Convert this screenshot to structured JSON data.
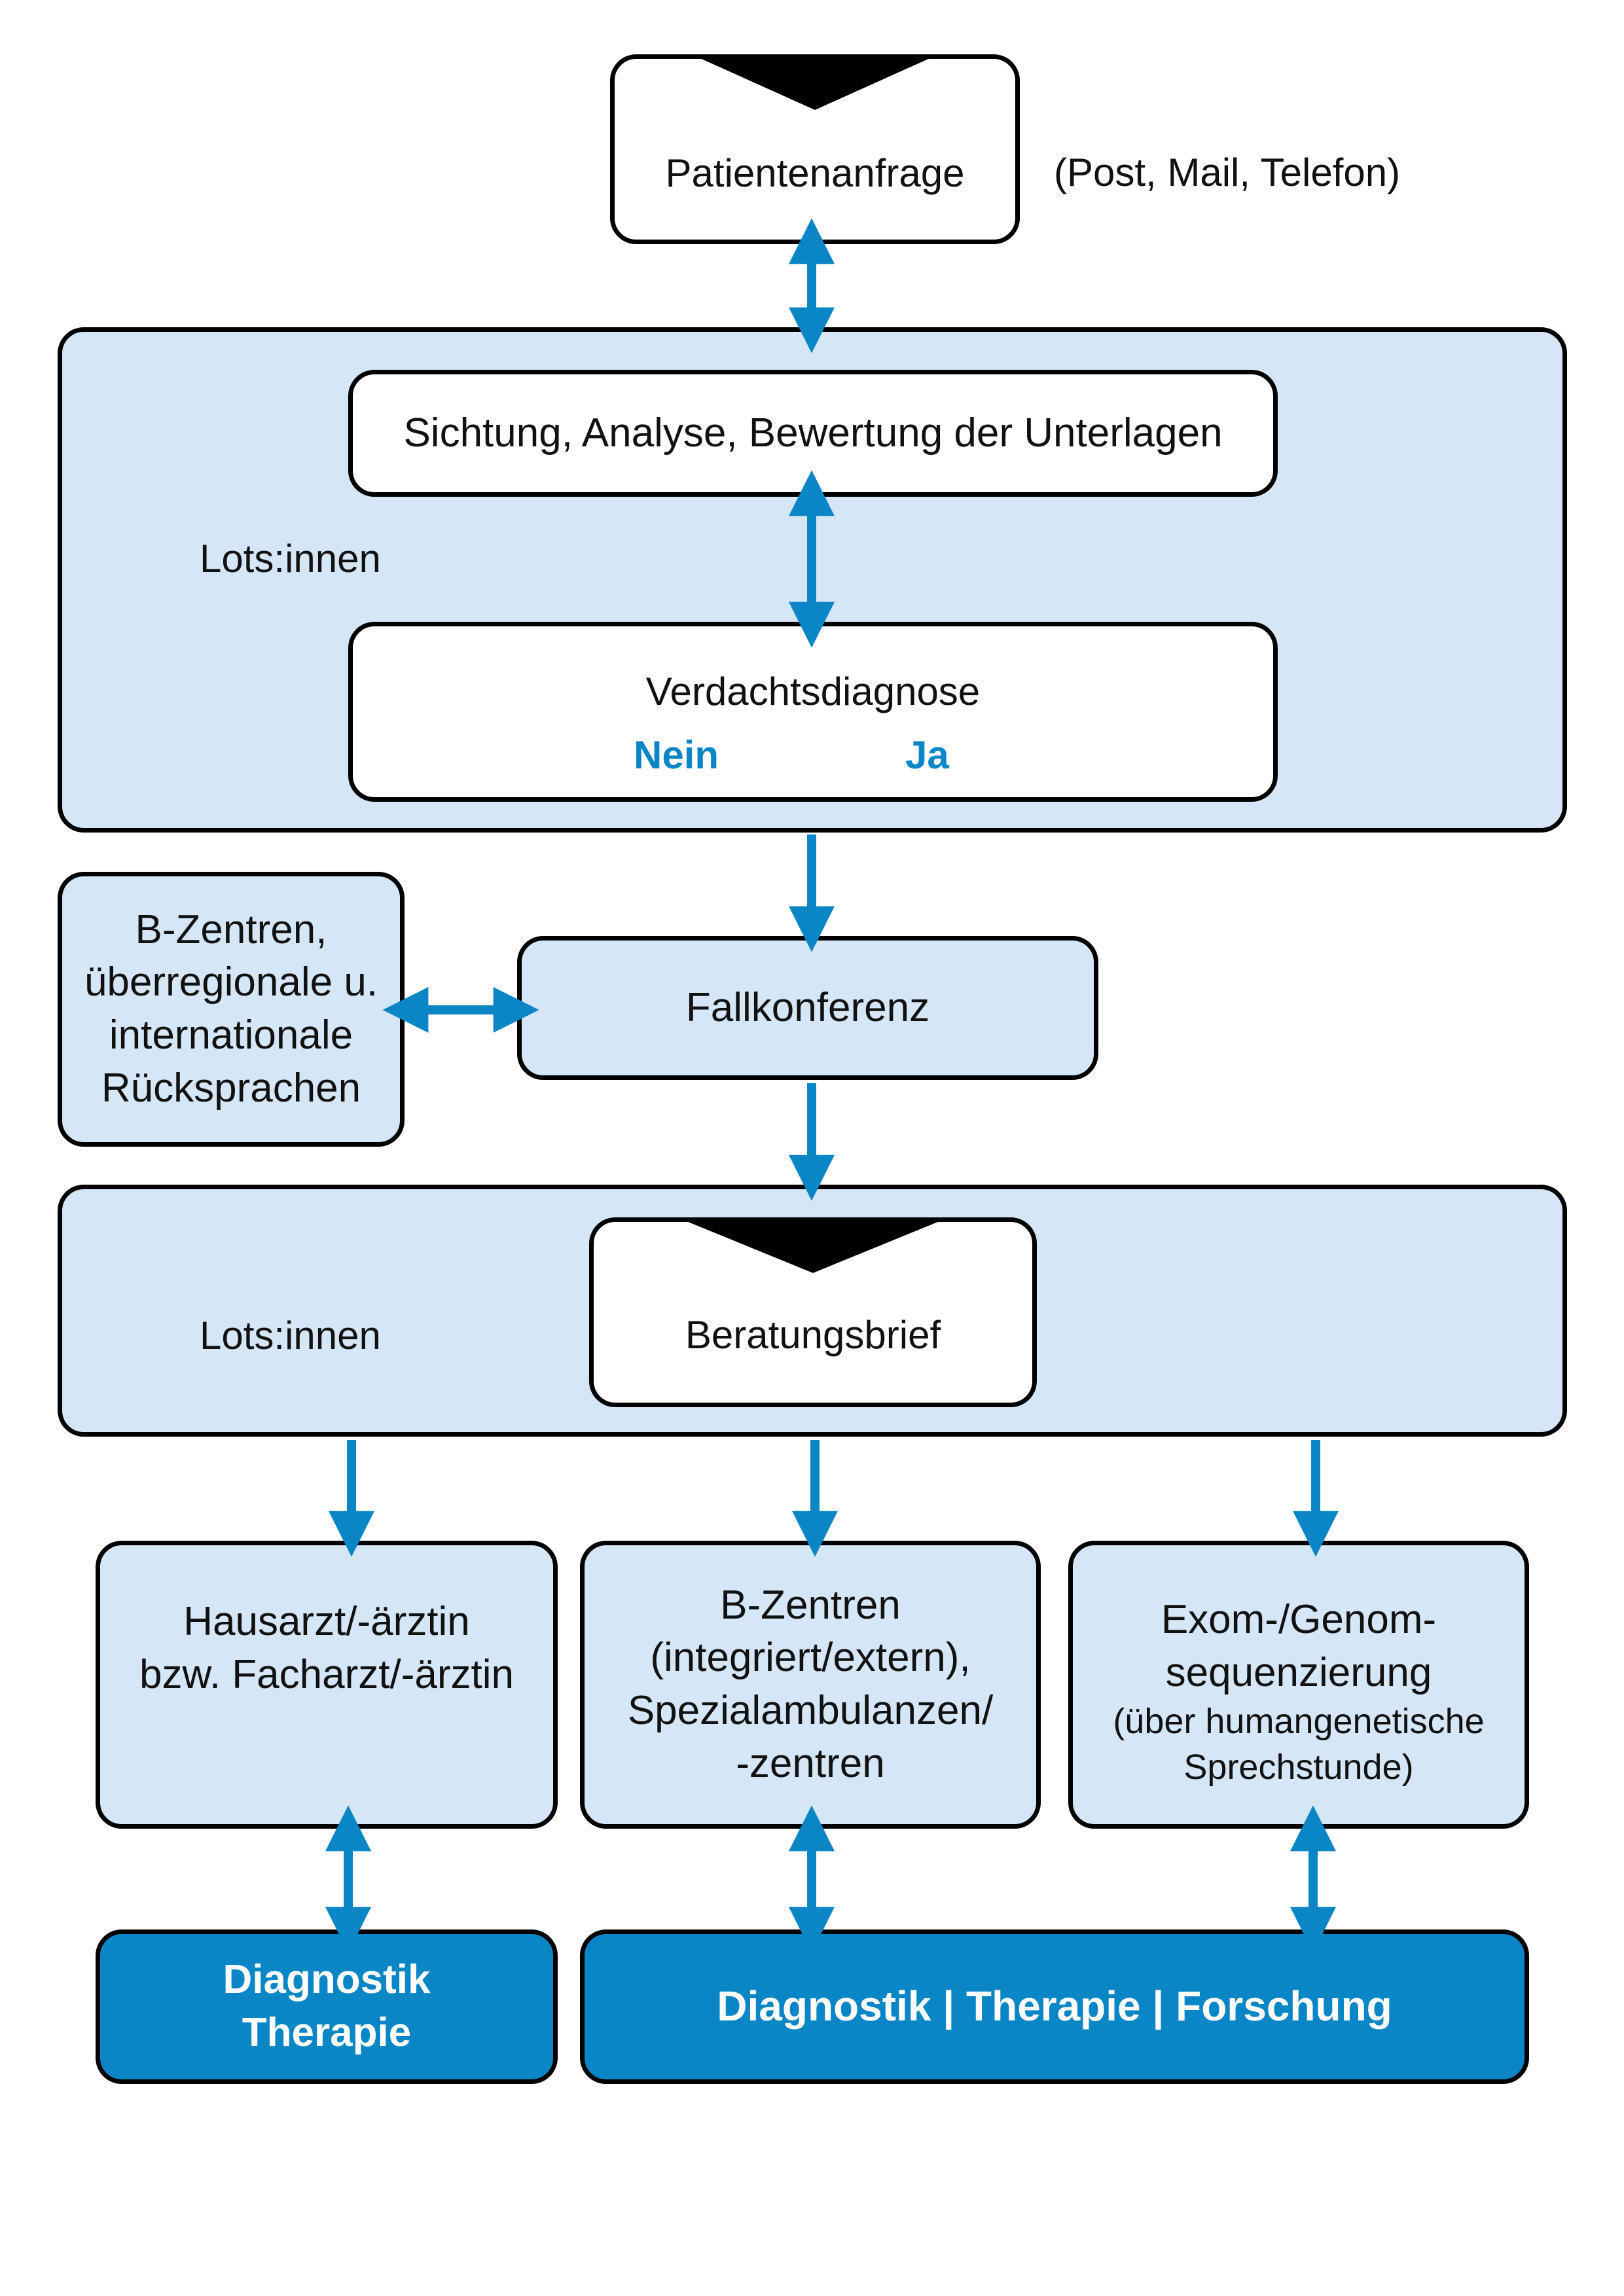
{
  "request": {
    "label": "Patientenanfrage",
    "channels": "(Post, Mail, Telefon)"
  },
  "triage": {
    "role_label": "Lots:innen",
    "review_label": "Sichtung, Analyse, Bewertung der Unterlagen",
    "suspicion_label": "Verdachtsdiagnose",
    "no_label": "Nein",
    "yes_label": "Ja"
  },
  "consult": {
    "centers_label": "B-Zentren,\nüberregionale u.\ninternationale\nRücksprachen",
    "conference_label": "Fallkonferenz"
  },
  "letter": {
    "role_label": "Lots:innen",
    "letter_label": "Beratungsbrief"
  },
  "destinations": {
    "gp_label": "Hausarzt/-ärztin\nbzw. Facharzt/-ärztin",
    "centers_label": "B-Zentren\n(integriert/extern),\nSpezialambulanzen/\n-zentren",
    "sequencing_title": "Exom-/Genom-\nsequenzierung",
    "sequencing_note": "(über humangenetische\nSprechstunde)"
  },
  "outcomes": {
    "left_label": "Diagnostik\nTherapie",
    "right_label": "Diagnostik | Therapie | Forschung"
  },
  "colors": {
    "accent": "#0a86c6",
    "panel": "#d5e6f6",
    "outline": "#000000"
  }
}
